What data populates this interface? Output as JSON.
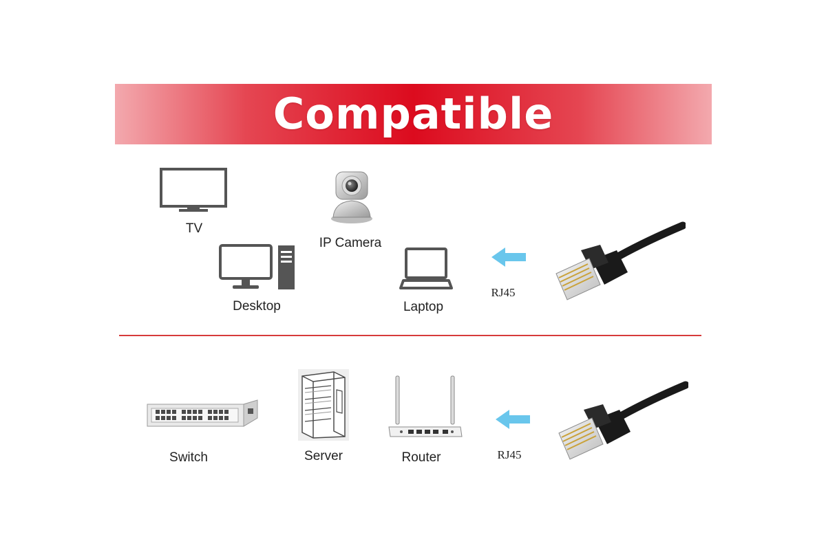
{
  "banner": {
    "title": "Compatible"
  },
  "devices_top": {
    "tv": "TV",
    "ip_camera": "IP Camera",
    "desktop": "Desktop",
    "laptop": "Laptop",
    "connector": "RJ45"
  },
  "devices_bottom": {
    "switch": "Switch",
    "server": "Server",
    "router": "Router",
    "connector": "RJ45"
  },
  "colors": {
    "banner_red": "#dc0b1e",
    "divider_red": "#d63a3a",
    "arrow_blue": "#69c6ec",
    "icon_gray": "#555555",
    "cable_black": "#1a1a1a"
  }
}
